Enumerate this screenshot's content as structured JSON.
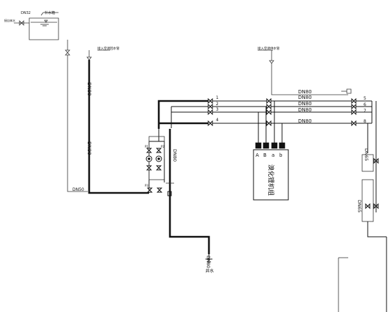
{
  "labels": {
    "tank_inlet_size": "DN32",
    "tank_inlet_text": "接自来水",
    "tank_label": "补水箱",
    "pipe_a_label": "接入空调回水管",
    "pipe_b_label": "接入空调供水管",
    "vertical_left_size": "DN80",
    "vertical_left_size_lower": "DN80",
    "tank_drop_size": "DN50",
    "pump_riser_size": "DN80",
    "heat_exchanger_text": "溴化锂机组",
    "well_size": "DN80",
    "well_text": "井水",
    "right_size_upper": "DN65",
    "right_size_lower": "DN65"
  },
  "header_lines": [
    {
      "number": "1",
      "size": "DN80",
      "end_number": "5"
    },
    {
      "number": "2",
      "size": "DN80",
      "end_number": "6"
    },
    {
      "number": "3",
      "size": "DN80",
      "end_number": "7"
    },
    {
      "number": "4",
      "size": "DN80",
      "end_number": "8"
    }
  ],
  "top_line": {
    "size": "DN80"
  },
  "exchanger_ports": [
    "A",
    "B",
    "a",
    "b"
  ],
  "pump_labels": [
    "P1",
    "P2",
    "P3"
  ]
}
